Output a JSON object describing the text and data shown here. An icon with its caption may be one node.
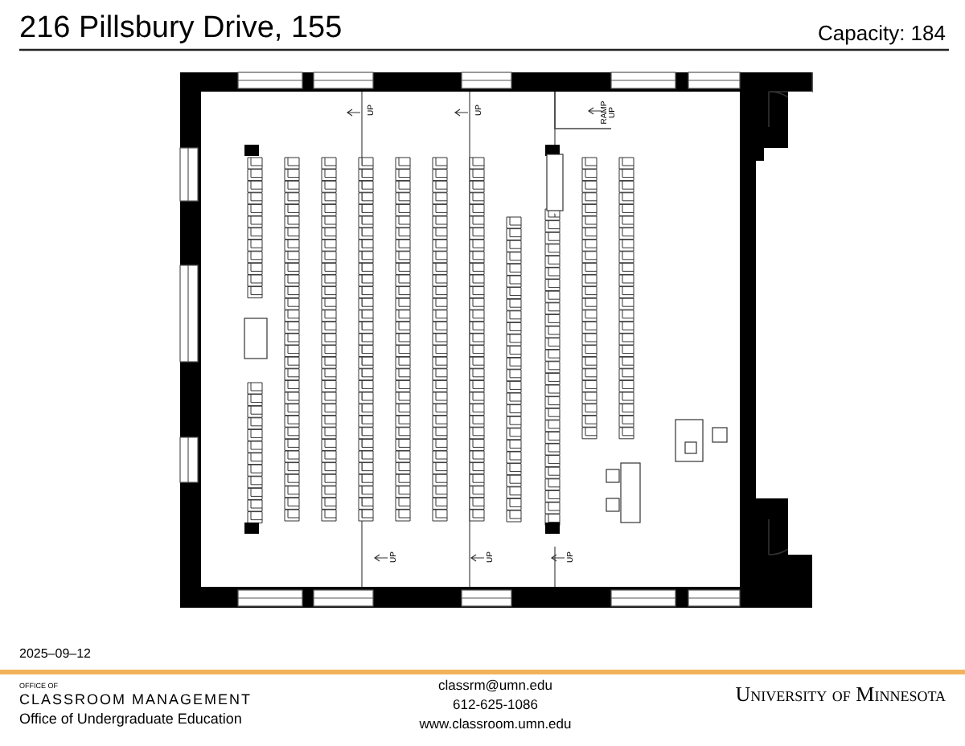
{
  "diagram": {
    "title": "216 Pillsbury Drive, 155",
    "labels": [
      "Capacity: 184",
      "UP",
      "UP",
      "RAMP UP",
      "UP",
      "UP",
      "UP",
      "2025–09–12",
      "OFFICE OF",
      "CLASSROOM MANAGEMENT",
      "Office of Undergraduate Education",
      "classrm@umn.edu",
      "612-625-1086",
      "www.classroom.umn.edu",
      "University of Minnesota"
    ]
  }
}
